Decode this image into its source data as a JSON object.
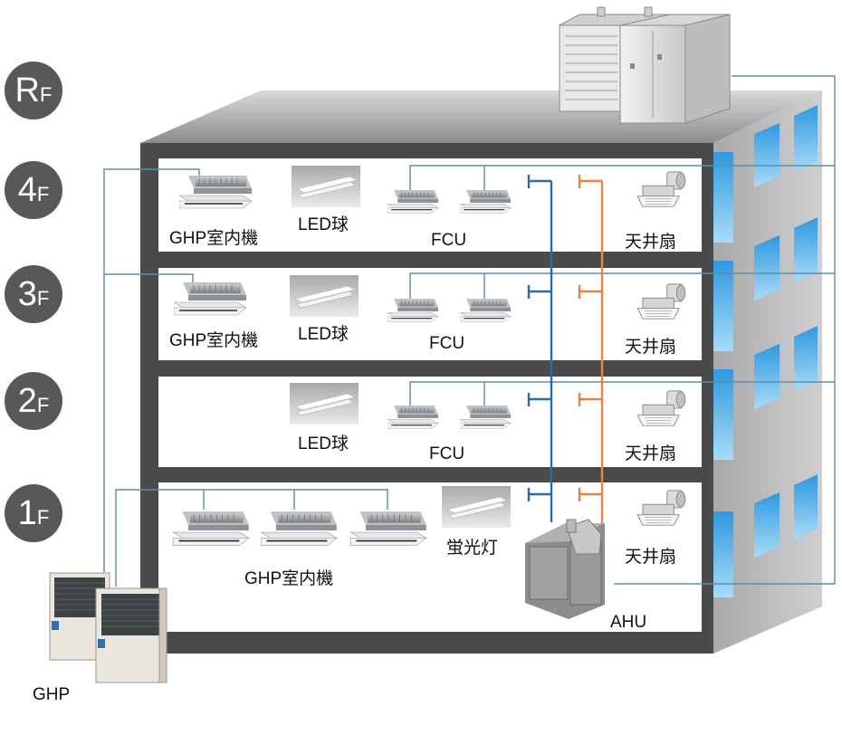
{
  "floors": [
    {
      "num": "R",
      "suffix": "F"
    },
    {
      "num": "4",
      "suffix": "F"
    },
    {
      "num": "3",
      "suffix": "F"
    },
    {
      "num": "2",
      "suffix": "F"
    },
    {
      "num": "1",
      "suffix": "F"
    }
  ],
  "labels": {
    "ghp_indoor": "GHP室内機",
    "led": "LED球",
    "fcu": "FCU",
    "ceiling_fan": "天井扇",
    "fluorescent": "蛍光灯",
    "ahu": "AHU",
    "ghp": "GHP"
  },
  "colors": {
    "badge": "#595757",
    "pipe_blue": "#2d6aa8",
    "pipe_orange": "#e5853f",
    "line_teal": "#5b8fa8",
    "building_dark": "#4a4a4c",
    "window_blue": "#4fb3ee"
  }
}
